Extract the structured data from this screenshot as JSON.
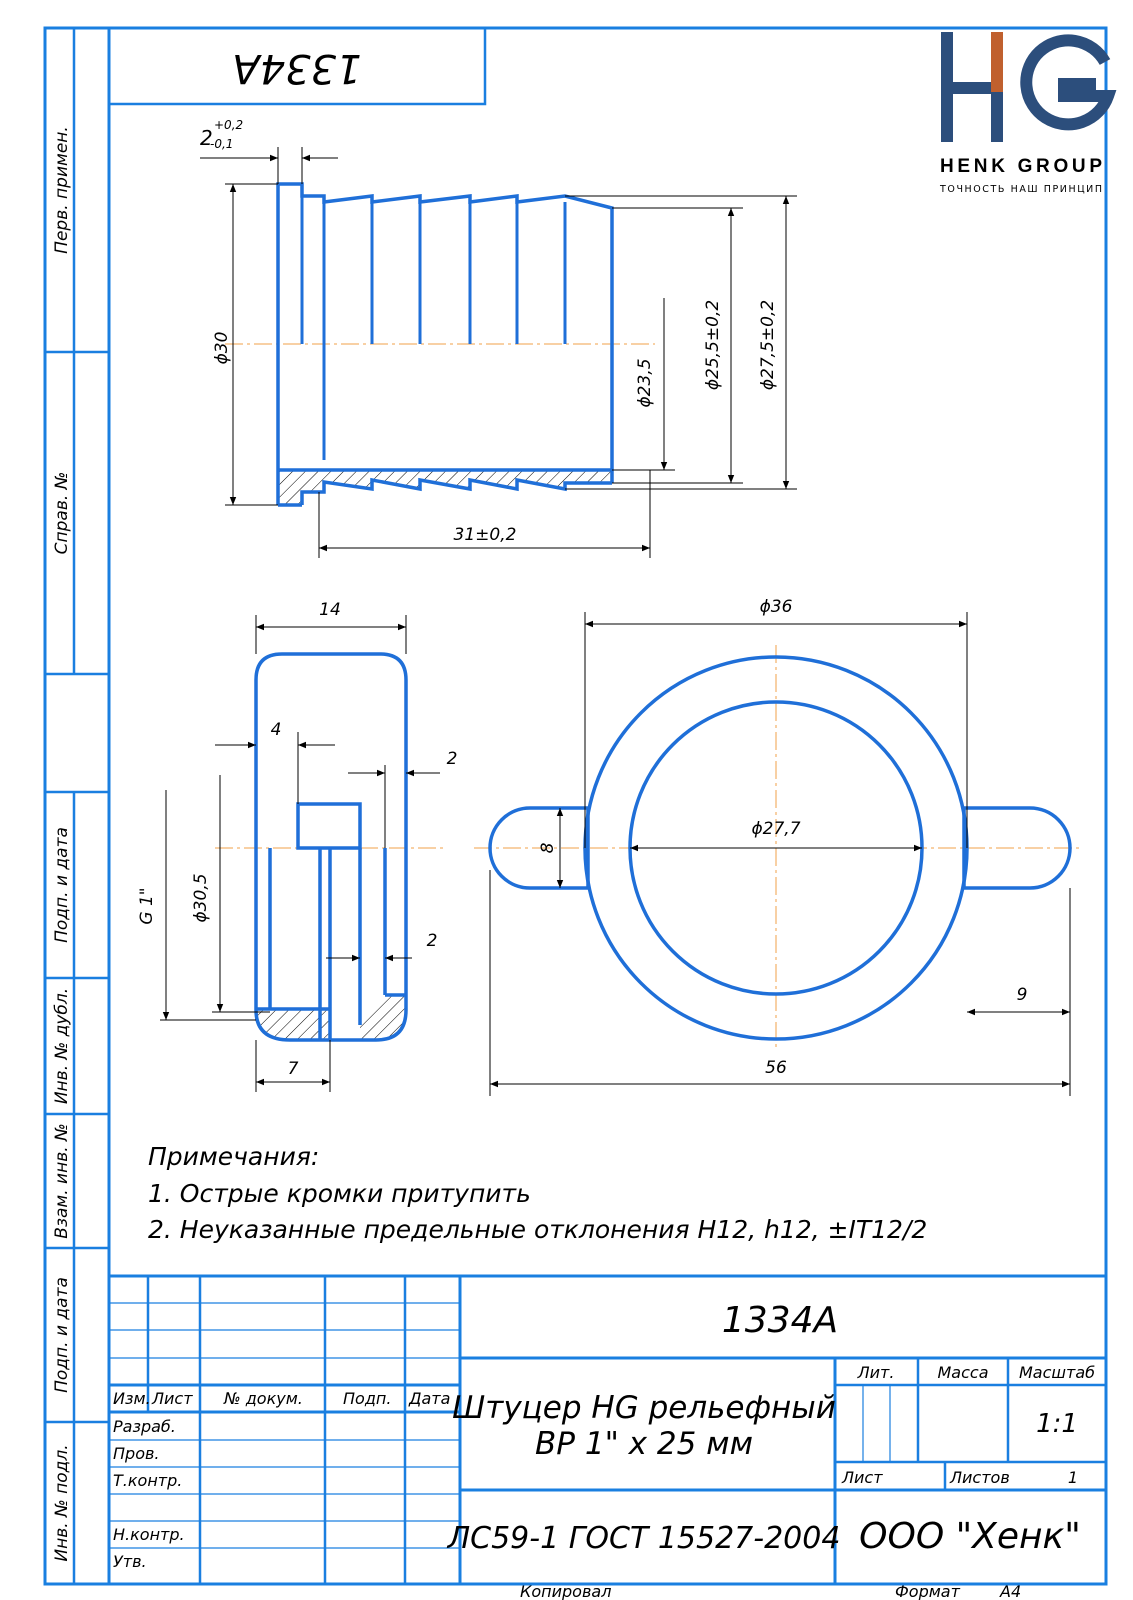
{
  "drawing_code": "1334А",
  "title_line1": "Штуцер HG рельефный",
  "title_line2": "ВР 1\" х 25 мм",
  "material": "ЛС59-1 ГОСТ 15527-2004",
  "company": "ООО \"Хенк\"",
  "scale": "1:1",
  "sheets_total": "1",
  "logo": {
    "brand": "HENK GROUP",
    "slogan": "ТОЧНОСТЬ НАШ ПРИНЦИП",
    "colors": {
      "blue": "#2c4e7c",
      "orange": "#c0602e"
    }
  },
  "notes": {
    "heading": "Примечания:",
    "items": [
      "1. Острые кромки притупить",
      "2. Неуказанные предельные отклонения H12, h12, ±IT12/2"
    ]
  },
  "side_labels": [
    "Перв. примен.",
    "Справ. №",
    "Подп. и дата",
    "Инв. № дубл.",
    "Взам. инв. №",
    "Подп. и дата",
    "Инв. № подл."
  ],
  "stamp": {
    "col_izm": "Изм.",
    "col_list": "Лист",
    "col_doc": "№ докум.",
    "col_podp": "Подп.",
    "col_data": "Дата",
    "row_razrab": "Разраб.",
    "row_prov": "Пров.",
    "row_tkontr": "Т.контр.",
    "row_nkontr": "Н.контр.",
    "row_utv": "Утв.",
    "lit": "Лит.",
    "massa": "Масса",
    "masshtab": "Масштаб",
    "list": "Лист",
    "listov": "Листов",
    "kopiroval": "Копировал",
    "format_label": "Формат",
    "format_value": "А4"
  },
  "dims": {
    "flange_tol_base": "2",
    "flange_tol_plus": "+0,2",
    "flange_tol_minus": "-0,1",
    "d30": "ϕ30",
    "d23_5": "ϕ23,5",
    "d25_5": "ϕ25,5±0,2",
    "d27_5": "ϕ27,5±0,2",
    "len31": "31±0,2",
    "w14": "14",
    "w4": "4",
    "w2a": "2",
    "w2b": "2",
    "g1": "G 1\"",
    "d30_5": "ϕ30,5",
    "w7": "7",
    "d36": "ϕ36",
    "d27_7": "ϕ27,7",
    "h8": "8",
    "w9": "9",
    "w56": "56"
  }
}
